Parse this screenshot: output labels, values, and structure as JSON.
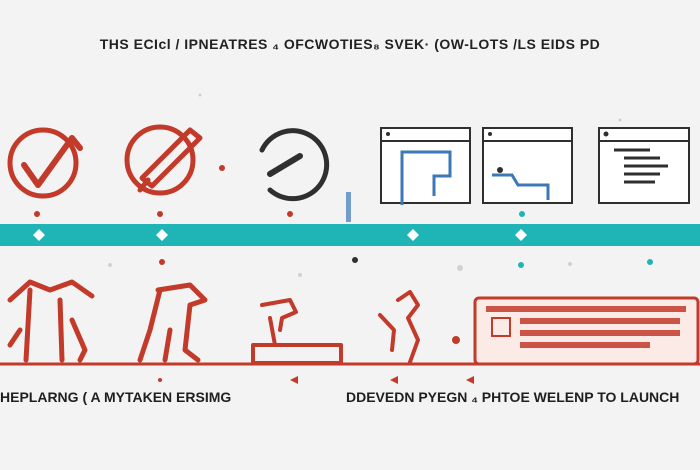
{
  "title": "THS ECIcl / IPNEATRES ₄ OFCWOTIES₈ SVEK· (OW-LOTS /LS EIDS PD",
  "bottom_labels": {
    "left": "HEPLARNG ( A MYTAKEN ERSIMG",
    "right": "DDEVEDN PYEGN ₄ PHTOE WELENP TO LAUNCH"
  },
  "colors": {
    "background": "#f3f3f3",
    "accent_red": "#c23a2a",
    "accent_teal": "#1fb5b6",
    "dark": "#2f2f2f",
    "blue": "#3b78b5"
  },
  "top_icons": [
    {
      "name": "checkmark-circle-icon"
    },
    {
      "name": "pencil-circle-icon"
    },
    {
      "name": "gauge-circle-icon"
    },
    {
      "name": "browser-window-icon"
    },
    {
      "name": "browser-window-icon"
    },
    {
      "name": "document-window-icon"
    }
  ],
  "bottom_icons": [
    {
      "name": "figure-sketch-icon"
    },
    {
      "name": "boot-sketch-icon"
    },
    {
      "name": "desk-tool-icon"
    },
    {
      "name": "animal-sketch-icon"
    },
    {
      "name": "keyboard-panel-icon"
    }
  ]
}
